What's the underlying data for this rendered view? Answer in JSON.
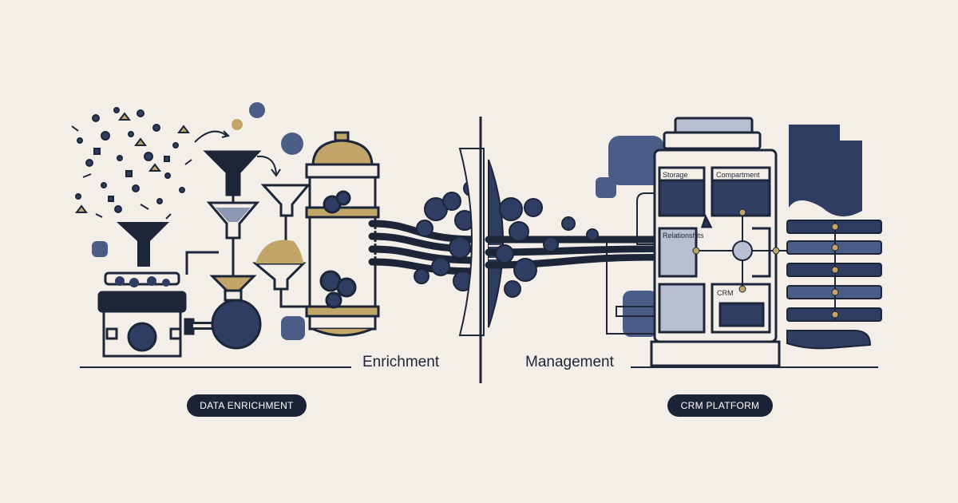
{
  "labels": {
    "enrichment": "Enrichment",
    "management": "Management"
  },
  "badges": {
    "left": "DATA ENRICHMENT",
    "right": "CRM PLATFORM"
  },
  "crm_panels": {
    "storage": "Storage",
    "compartment": "Compartment",
    "relationships": "Relationshits",
    "crm": "CRM"
  },
  "colors": {
    "navy": "#1d2538",
    "slate": "#4b5c86",
    "mid_blue": "#2f3d63",
    "pale_blue": "#b7c0d3",
    "gold": "#c2a568",
    "background": "#f3efe8"
  }
}
